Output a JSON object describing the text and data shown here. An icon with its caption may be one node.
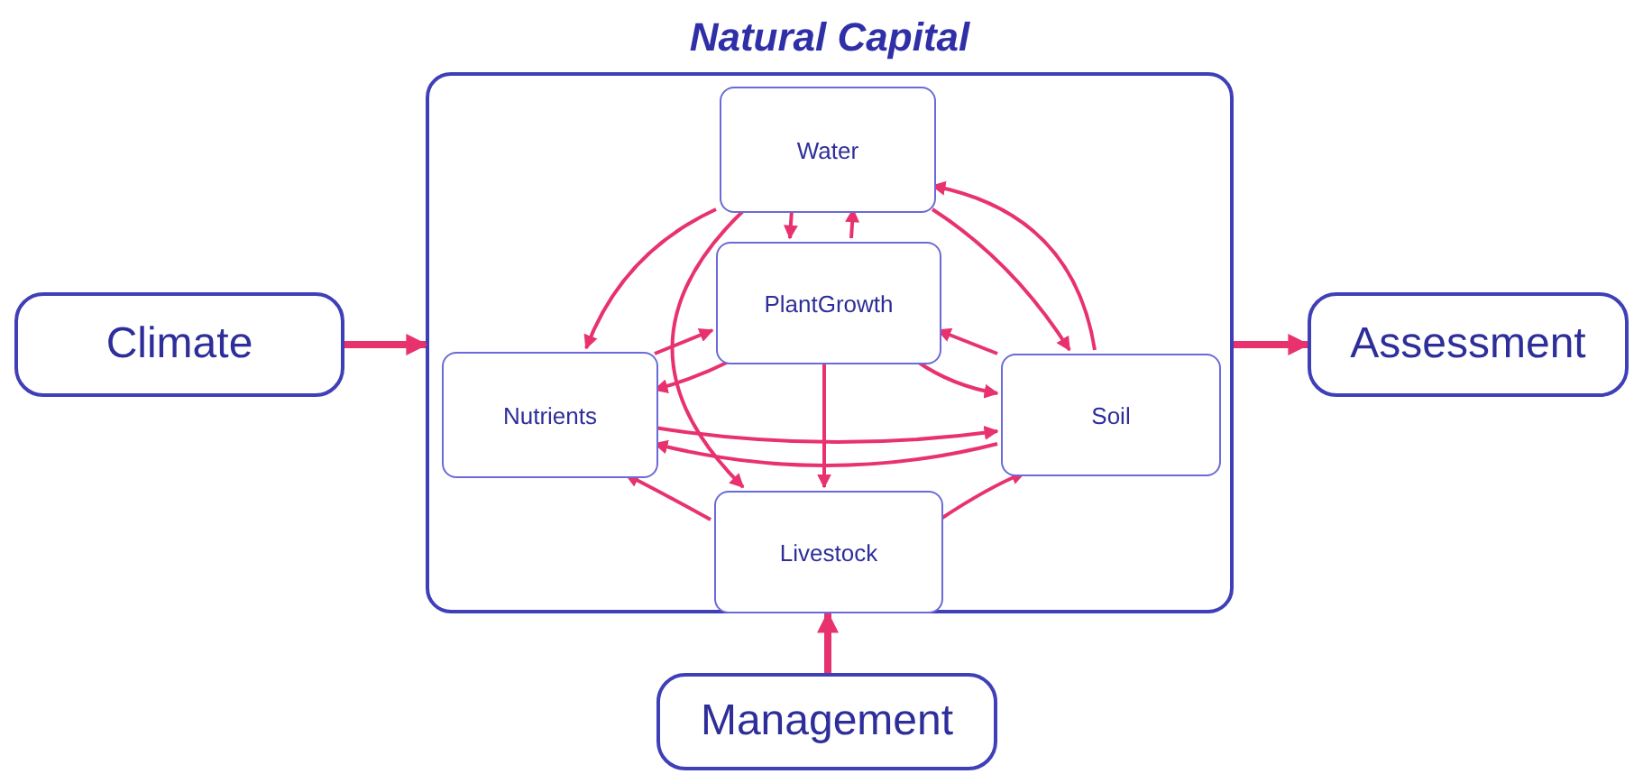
{
  "diagram": {
    "nodes": [
      {
        "text": [
          "Natural Capital"
        ]
      },
      {
        "text": [
          "Water"
        ],
        "in": 0
      },
      {
        "text": [
          "PlantGrowth"
        ],
        "in": 0
      },
      {
        "text": [
          "Nutrients"
        ],
        "in": 0
      },
      {
        "text": [
          "Soil"
        ],
        "in": 0
      },
      {
        "text": [
          "Livestock"
        ],
        "in": 0
      },
      {
        "text": [
          "Climate"
        ]
      },
      {
        "text": [
          "Assessment"
        ]
      },
      {
        "text": [
          "Management"
        ]
      }
    ],
    "edges": [
      {
        "from": 1,
        "to": 3,
        "arrow": "to"
      },
      {
        "from": 1,
        "to": 5,
        "arrow": "to"
      },
      {
        "from": 1,
        "to": 2,
        "arrow": "to"
      },
      {
        "from": 2,
        "to": 1,
        "arrow": "to"
      },
      {
        "from": 1,
        "to": 4,
        "arrow": "to"
      },
      {
        "from": 4,
        "to": 1,
        "arrow": "to"
      },
      {
        "from": 3,
        "to": 2,
        "arrow": "to"
      },
      {
        "from": 2,
        "to": 3,
        "arrow": "to"
      },
      {
        "from": 4,
        "to": 2,
        "arrow": "to"
      },
      {
        "from": 2,
        "to": 4,
        "arrow": "to"
      },
      {
        "from": 2,
        "to": 5,
        "arrow": "to"
      },
      {
        "from": 3,
        "to": 4,
        "arrow": "to"
      },
      {
        "from": 4,
        "to": 3,
        "arrow": "to"
      },
      {
        "from": 5,
        "to": 3,
        "arrow": "to"
      },
      {
        "from": 5,
        "to": 4,
        "arrow": "to"
      },
      {
        "from": 6,
        "to": 0,
        "arrow": "to",
        "style": "thick"
      },
      {
        "from": 0,
        "to": 7,
        "arrow": "to",
        "style": "thick"
      },
      {
        "from": 8,
        "to": 0,
        "arrow": "to",
        "style": "thick"
      }
    ]
  }
}
